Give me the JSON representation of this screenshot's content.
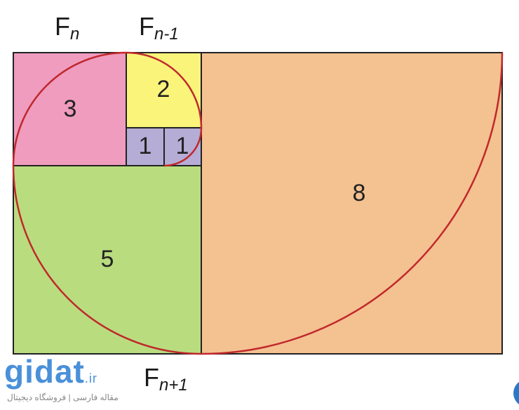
{
  "labels": {
    "fn": "F",
    "fn_sub": "n",
    "fn1": "F",
    "fn1_sub": "n-1",
    "fnp1": "F",
    "fnp1_sub": "n+1"
  },
  "squares": [
    "3",
    "2",
    "1",
    "1",
    "5",
    "8"
  ],
  "colors": {
    "pink": "#ef9cbf",
    "yellow": "#fbf47b",
    "purple": "#b5add6",
    "green": "#b9dc7f",
    "orange": "#f4c190",
    "spiral": "#c0282c"
  },
  "watermark": {
    "logo": "gidat",
    "tld": ".ir",
    "tagline": "مقاله فارسی | فروشگاه دیجیتال"
  }
}
